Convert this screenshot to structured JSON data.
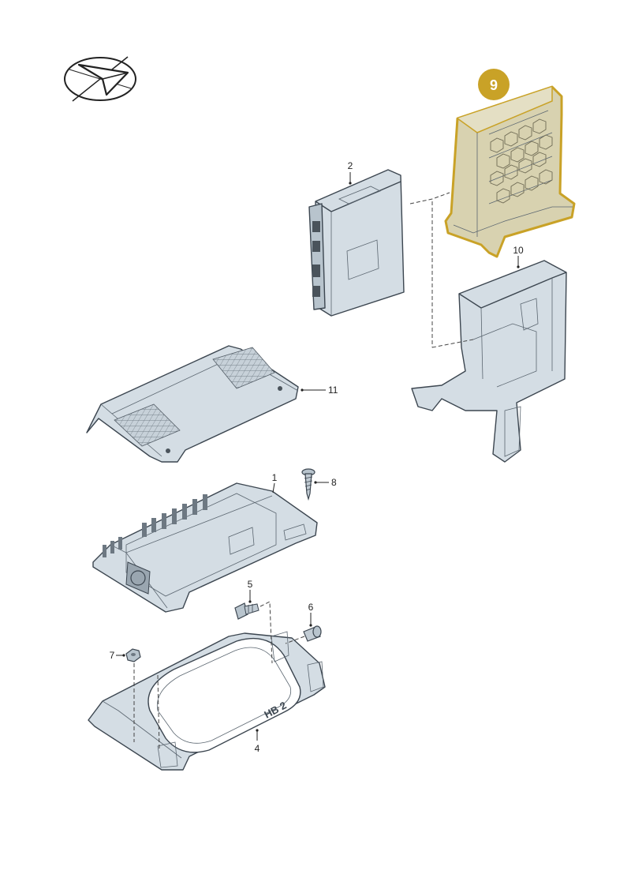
{
  "callouts": {
    "p1": "1",
    "p2": "2",
    "p4": "4",
    "p5": "5",
    "p6": "6",
    "p7": "7",
    "p8": "8",
    "p9": "9",
    "p10": "10",
    "p11": "11"
  },
  "bracket_marking": "HB 2",
  "colors": {
    "part_fill": "#d4dde4",
    "part_shade": "#b8c4cd",
    "highlight_fill": "#d8d2b0",
    "highlight_outline": "#c9a227",
    "badge": "#c9a227"
  },
  "icons": {
    "logo": "paper-plane-in-ellipse-icon"
  }
}
